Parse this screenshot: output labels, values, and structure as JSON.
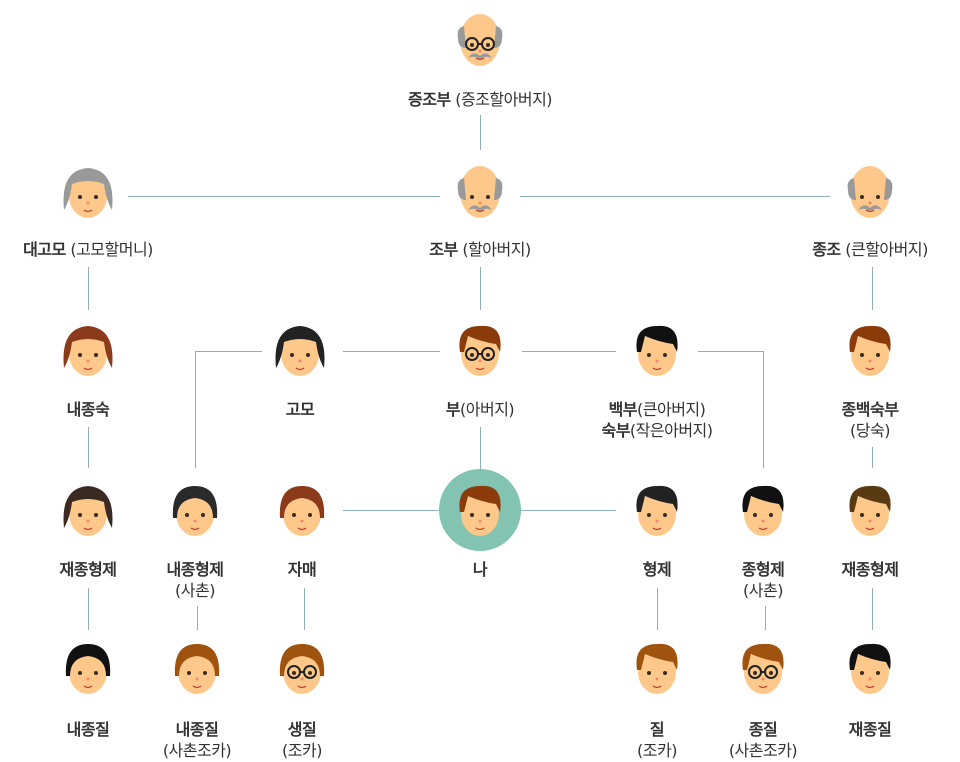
{
  "colors": {
    "line": "#8fb0b8",
    "me_circle": "#82c3b1",
    "skin": "#fdc88a",
    "text": "#333333"
  },
  "nodes": [
    {
      "id": "great-grandfather",
      "bold": "증조부",
      "normal": " (증조할아버지)",
      "sub": "",
      "hair": "#999999",
      "style": "bald",
      "glasses": true
    },
    {
      "id": "great-aunt",
      "bold": "대고모",
      "normal": " (고모할머니)",
      "sub": "",
      "hair": "#999999",
      "style": "long",
      "glasses": false
    },
    {
      "id": "grandfather",
      "bold": "조부",
      "normal": " (할아버지)",
      "sub": "",
      "hair": "#999999",
      "style": "bald",
      "glasses": false
    },
    {
      "id": "great-uncle",
      "bold": "종조",
      "normal": " (큰할아버지)",
      "sub": "",
      "hair": "#999999",
      "style": "bald",
      "glasses": false
    },
    {
      "id": "aunts-child",
      "bold": "내종숙",
      "normal": "",
      "sub": "",
      "hair": "#8b3a1a",
      "style": "long",
      "glasses": false
    },
    {
      "id": "aunt",
      "bold": "고모",
      "normal": "",
      "sub": "",
      "hair": "#222222",
      "style": "long",
      "glasses": false
    },
    {
      "id": "father",
      "bold": "부",
      "normal": "(아버지)",
      "sub": "",
      "hair": "#8b3a0a",
      "style": "short",
      "glasses": true
    },
    {
      "id": "uncles",
      "bold": "백부",
      "normal": "(큰아버지)",
      "sub_bold": "숙부",
      "sub": "(작은아버지)",
      "hair": "#111111",
      "style": "short",
      "glasses": false
    },
    {
      "id": "fathers-cousin",
      "bold": "종백숙부",
      "normal": "",
      "sub": "(당숙)",
      "hair": "#8b3a0a",
      "style": "short",
      "glasses": false
    },
    {
      "id": "second-cousin-left",
      "bold": "재종형제",
      "normal": "",
      "sub": "",
      "hair": "#3a2a22",
      "style": "long",
      "glasses": false
    },
    {
      "id": "cousin-aunt-side",
      "bold": "내종형제",
      "normal": "",
      "sub": "(사촌)",
      "hair": "#2a2a2a",
      "style": "bob",
      "glasses": false
    },
    {
      "id": "sisters",
      "bold": "자매",
      "normal": "",
      "sub": "",
      "hair": "#8b3a1a",
      "style": "bob",
      "glasses": false
    },
    {
      "id": "me",
      "bold": "나",
      "normal": "",
      "sub": "",
      "hair": "#8b3a0a",
      "style": "short",
      "glasses": false
    },
    {
      "id": "brothers",
      "bold": "형제",
      "normal": "",
      "sub": "",
      "hair": "#222222",
      "style": "short",
      "glasses": false
    },
    {
      "id": "cousin",
      "bold": "종형제",
      "normal": "",
      "sub": "(사촌)",
      "hair": "#111111",
      "style": "short",
      "glasses": false
    },
    {
      "id": "second-cousin-right",
      "bold": "재종형제",
      "normal": "",
      "sub": "",
      "hair": "#5a3a10",
      "style": "short",
      "glasses": false
    },
    {
      "id": "aunts-grandchild",
      "bold": "내종질",
      "normal": "",
      "sub": "",
      "hair": "#111111",
      "style": "bob",
      "glasses": false
    },
    {
      "id": "cousins-child-aunt-side",
      "bold": "내종질",
      "normal": "",
      "sub": "(사촌조카)",
      "hair": "#a0520f",
      "style": "bob",
      "glasses": false
    },
    {
      "id": "sisters-child",
      "bold": "생질",
      "normal": "",
      "sub": "(조카)",
      "hair": "#a0520f",
      "style": "bob",
      "glasses": true
    },
    {
      "id": "nephew",
      "bold": "질",
      "normal": "",
      "sub": "(조카)",
      "hair": "#a0520f",
      "style": "short",
      "glasses": false
    },
    {
      "id": "cousins-child",
      "bold": "종질",
      "normal": "",
      "sub": "(사촌조카)",
      "hair": "#a0520f",
      "style": "short",
      "glasses": true
    },
    {
      "id": "second-cousins-child",
      "bold": "재종질",
      "normal": "",
      "sub": "",
      "hair": "#111111",
      "style": "short",
      "glasses": false
    }
  ]
}
